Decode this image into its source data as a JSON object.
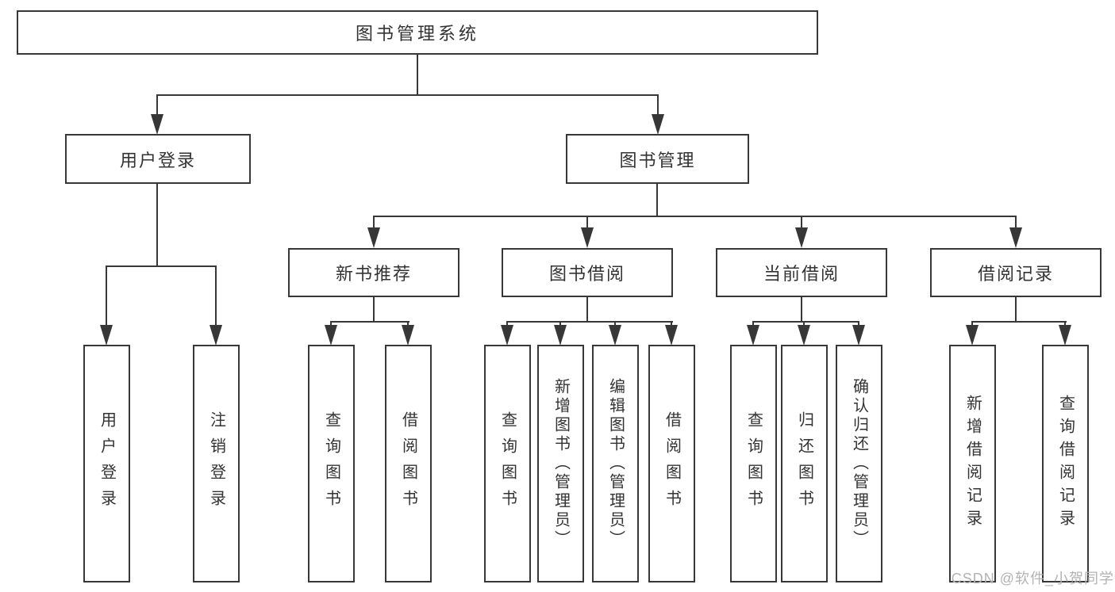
{
  "diagram": {
    "root": {
      "label": "图书管理系统"
    },
    "children": [
      {
        "label": "用户登录",
        "children": [
          {
            "label": "用户登录"
          },
          {
            "label": "注销登录"
          }
        ]
      },
      {
        "label": "图书管理",
        "children": [
          {
            "label": "新书推荐",
            "children": [
              {
                "label": "查询图书"
              },
              {
                "label": "借阅图书"
              }
            ]
          },
          {
            "label": "图书借阅",
            "children": [
              {
                "label": "查询图书"
              },
              {
                "label": "新增图书（管理员）"
              },
              {
                "label": "编辑图书（管理员）"
              },
              {
                "label": "借阅图书"
              }
            ]
          },
          {
            "label": "当前借阅",
            "children": [
              {
                "label": "查询图书"
              },
              {
                "label": "归还图书"
              },
              {
                "label": "确认归还（管理员）"
              }
            ]
          },
          {
            "label": "借阅记录",
            "children": [
              {
                "label": "新增借阅记录"
              },
              {
                "label": "查询借阅记录"
              }
            ]
          }
        ]
      }
    ],
    "colors": {
      "line": "#373737",
      "text": "#333333",
      "watermark": "#b3b3b3",
      "background": "#ffffff"
    }
  },
  "watermark": {
    "label": "CSDN @软件_小贺同学"
  }
}
